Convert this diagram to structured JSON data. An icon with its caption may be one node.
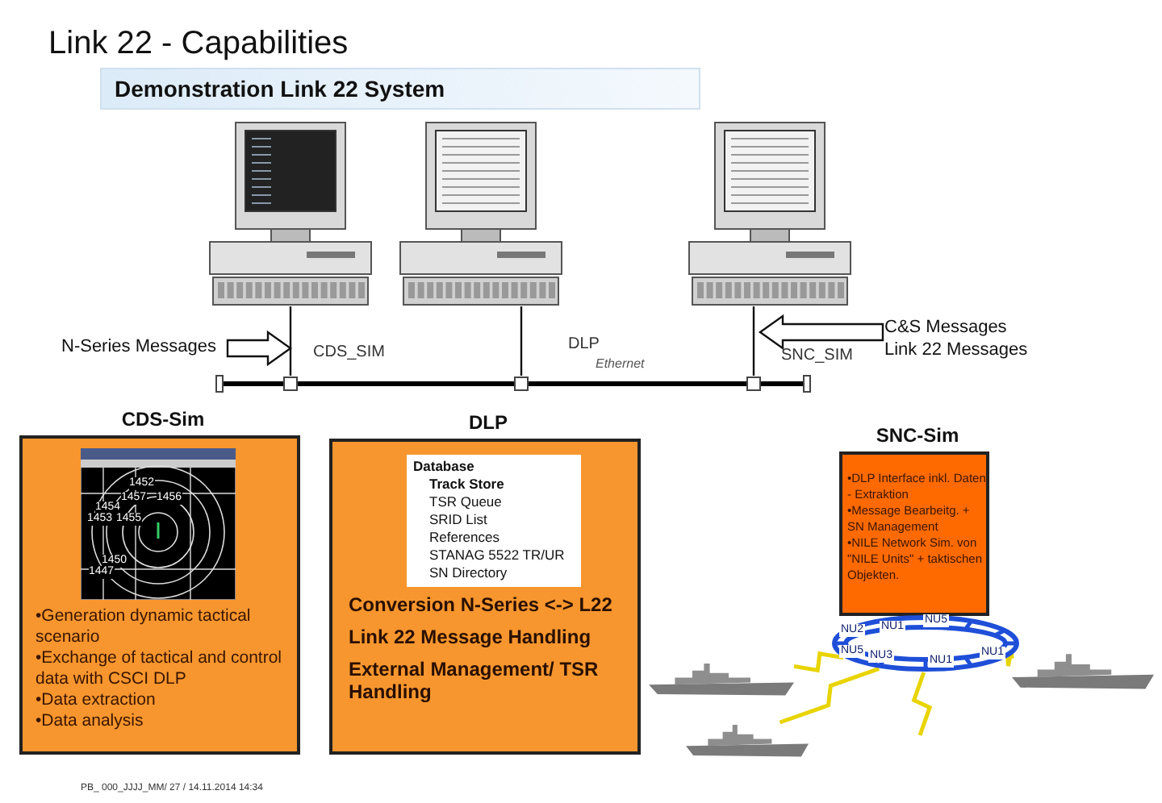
{
  "diagram": {
    "title": "Link 22 - Capabilities",
    "nodes": [
      {
        "text": [
          "Demonstration Link 22 System"
        ]
      },
      {
        "text": [],
        "shape": "picture"
      },
      {
        "text": [],
        "shape": "picture"
      },
      {
        "text": [],
        "shape": "picture"
      },
      {
        "text": [
          "N-Series Messages"
        ]
      },
      {
        "text": [
          "C&S Messages",
          "Link 22 Messages"
        ]
      },
      {
        "text": [],
        "shape": "bar",
        "beside": [
          "Ethernet"
        ]
      },
      {
        "text": [
          "CDS-Sim",
          "•Generation dynamic tactical scenario",
          "•Exchange of tactical and control data with CSCI DLP",
          "•Data extraction",
          "•Data analysis"
        ]
      },
      {
        "text": [],
        "shape": "picture",
        "in": 7
      },
      {
        "text": [
          "DLP",
          "Conversion N-Series <-> L22",
          "Link 22 Message Handling",
          "External Management/ TSR Handling"
        ]
      },
      {
        "text": [
          "Database",
          "Track Store",
          "TSR Queue",
          "SRID List",
          "References",
          "STANAG 5522 TR/UR",
          "SN Directory"
        ],
        "in": 9
      },
      {
        "text": [
          "SNC-Sim",
          "•DLP Interface inkl. Daten - Extraktion",
          "•Message Bearbeitg. + SN Management",
          "•NILE Network Sim. von \"NILE Units\" + taktischen Objekten."
        ]
      },
      {
        "text": [],
        "shape": "circle"
      },
      {
        "text": [],
        "shape": "picture"
      },
      {
        "text": [],
        "shape": "picture"
      },
      {
        "text": [],
        "shape": "picture"
      }
    ],
    "edges": [
      {
        "from": 1,
        "to": 6,
        "arrow": "none",
        "color": "#111111"
      },
      {
        "from": 2,
        "to": 6,
        "arrow": "none",
        "color": "#111111"
      },
      {
        "from": 3,
        "to": 6,
        "arrow": "none",
        "color": "#111111"
      },
      {
        "from": 4,
        "to": null,
        "arrow": "to",
        "color": "#111111"
      },
      {
        "from": 5,
        "to": null,
        "arrow": "to",
        "color": "#111111"
      },
      {
        "from": 12,
        "to": 13,
        "arrow": "none",
        "color": "#e8d400"
      },
      {
        "from": 12,
        "to": 14,
        "arrow": "none",
        "color": "#e8d400"
      },
      {
        "from": 12,
        "to": null,
        "arrow": "none",
        "color": "#e8d400"
      },
      {
        "from": 12,
        "to": 15,
        "arrow": "none",
        "color": "#e8d400"
      }
    ],
    "labels": [
      "CDS_SIM",
      "DLP",
      "SNC_SIM",
      "1452",
      "1457",
      "1456",
      "1454",
      "1453",
      "1455",
      "1450",
      "1447",
      "NU2",
      "NU1",
      "NU5",
      "NU5",
      "NU3",
      "NU1",
      "NU1",
      "PB_ 000_JJJJ_MM/ 27 / 14.11.2014 14:34"
    ]
  }
}
